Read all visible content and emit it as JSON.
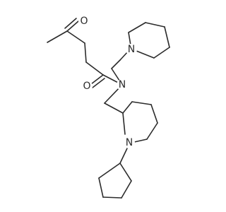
{
  "atoms": {
    "o_ketone": "O",
    "o_amide": "O",
    "n_amide": "N",
    "n_piperidine_top": "N",
    "n_piperidine_bottom": "N"
  }
}
